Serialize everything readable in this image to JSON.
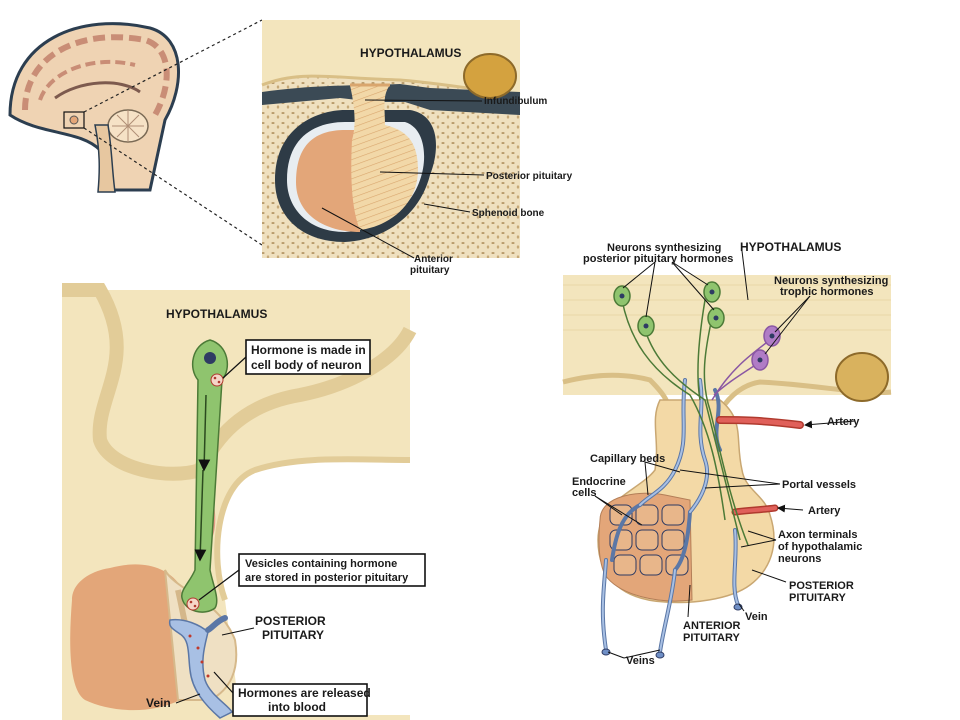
{
  "panel_top": {
    "title": "HYPOTHALAMUS",
    "infundibulum": "Infundibulum",
    "posterior": "Posterior pituitary",
    "sphenoid": "Sphenoid bone",
    "anterior_1": "Anterior",
    "anterior_2": "pituitary"
  },
  "panel_left": {
    "title": "HYPOTHALAMUS",
    "box1_line1": "Hormone is made in",
    "box1_line2": "cell body of neuron",
    "box2_line1": "Vesicles containing hormone",
    "box2_line2": "are stored in posterior pituitary",
    "post_1": "POSTERIOR",
    "post_2": "PITUITARY",
    "vein": "Vein",
    "box3_line1": "Hormones are released",
    "box3_line2": "into blood"
  },
  "panel_right": {
    "neurons_post_1": "Neurons synthesizing",
    "neurons_post_2": "posterior pituitary hormones",
    "title": "HYPOTHALAMUS",
    "neurons_trophic_1": "Neurons synthesizing",
    "neurons_trophic_2": "trophic hormones",
    "artery_1": "Artery",
    "capillary": "Capillary beds",
    "endocrine_1": "Endocrine",
    "endocrine_2": "cells",
    "portal": "Portal vessels",
    "artery_2": "Artery",
    "axon_1": "Axon terminals",
    "axon_2": "of hypothalamic",
    "axon_3": "neurons",
    "post_1": "POSTERIOR",
    "post_2": "PITUITARY",
    "vein": "Vein",
    "ant_1": "ANTERIOR",
    "ant_2": "PITUITARY",
    "veins": "Veins"
  },
  "colors": {
    "tissue": "#f3e5bd",
    "tissue_dark": "#d9bf86",
    "anterior": "#e3a679",
    "neuron_green": "#8fc46e",
    "vein_blue": "#7fa3d6",
    "artery_red": "#e0605a",
    "purple": "#b07cc6"
  }
}
